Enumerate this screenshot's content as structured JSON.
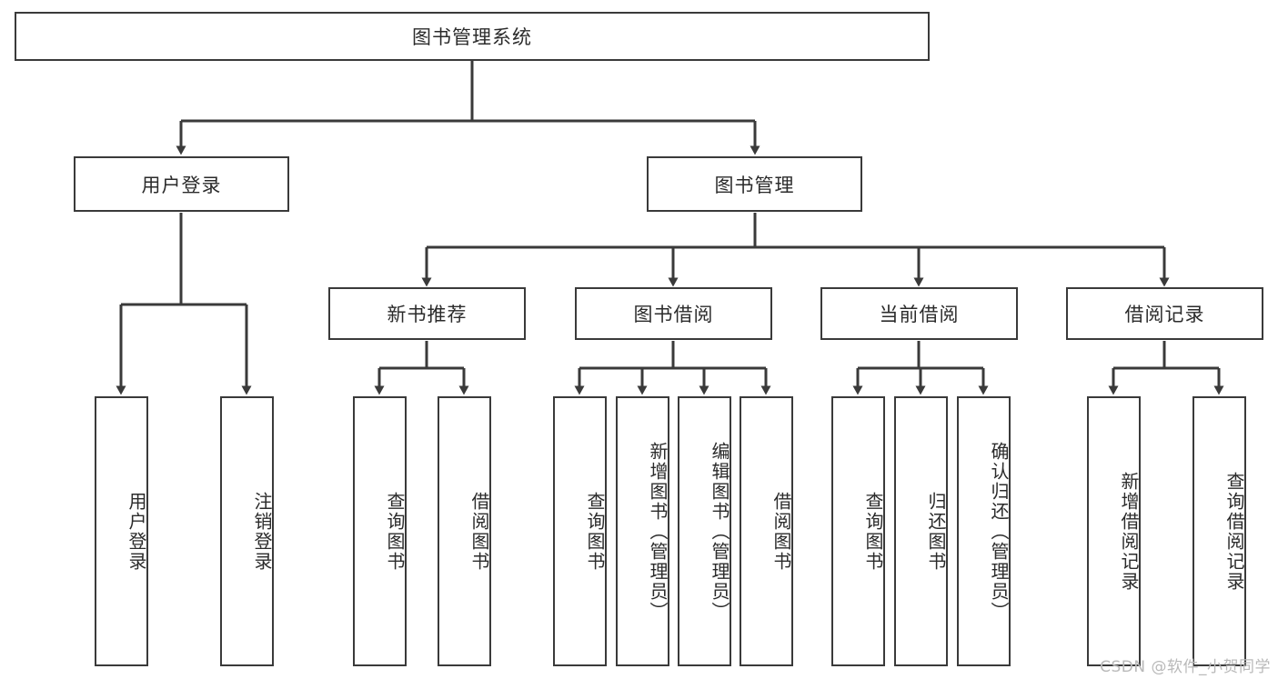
{
  "diagram": {
    "title": "图书管理系统",
    "type": "tree-hierarchy-diagram",
    "colors": {
      "background": "#ffffff",
      "box_border": "#3a3a3a",
      "connector": "#3a3a3a",
      "text": "#2b2b2b",
      "watermark": "#b9b9b9"
    },
    "root": {
      "label": "图书管理系统"
    },
    "level2": [
      {
        "id": "user-login",
        "label": "用户登录"
      },
      {
        "id": "book-management",
        "label": "图书管理"
      }
    ],
    "level3": [
      {
        "id": "new-book-recommend",
        "label": "新书推荐"
      },
      {
        "id": "book-borrow",
        "label": "图书借阅"
      },
      {
        "id": "current-borrow",
        "label": "当前借阅"
      },
      {
        "id": "borrow-record",
        "label": "借阅记录"
      }
    ],
    "leaves": {
      "user_login": [
        {
          "id": "leaf-user-login",
          "label": "用户登录"
        },
        {
          "id": "leaf-logout-login",
          "label": "注销登录"
        }
      ],
      "new_book_recommend": [
        {
          "id": "leaf-query-book-1",
          "label": "查询图书"
        },
        {
          "id": "leaf-borrow-book-1",
          "label": "借阅图书"
        }
      ],
      "book_borrow": [
        {
          "id": "leaf-query-book-2",
          "label": "查询图书"
        },
        {
          "id": "leaf-add-book",
          "label": "新增图书（管理员）"
        },
        {
          "id": "leaf-edit-book",
          "label": "编辑图书（管理员）"
        },
        {
          "id": "leaf-borrow-book-2",
          "label": "借阅图书"
        }
      ],
      "current_borrow": [
        {
          "id": "leaf-query-book-3",
          "label": "查询图书"
        },
        {
          "id": "leaf-return-book",
          "label": "归还图书"
        },
        {
          "id": "leaf-confirm-return",
          "label": "确认归还（管理员）"
        }
      ],
      "borrow_record": [
        {
          "id": "leaf-add-record",
          "label": "新增借阅记录"
        },
        {
          "id": "leaf-query-record",
          "label": "查询借阅记录"
        }
      ]
    }
  },
  "watermark": {
    "text": "CSDN @软件_小贺同学"
  }
}
